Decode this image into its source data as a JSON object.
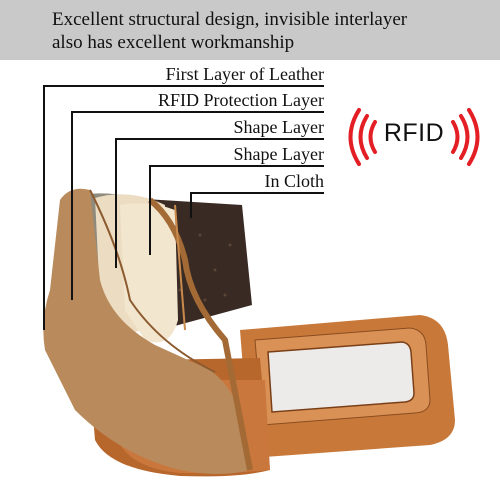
{
  "banner": {
    "line1": "Excellent structural design, invisible interlayer",
    "line2": "also has excellent workmanship"
  },
  "labels": [
    "First Layer of Leather",
    "RFID Protection Layer",
    "Shape Layer",
    "Shape Layer",
    "In Cloth"
  ],
  "rfid_badge": {
    "text": "RFID",
    "color": "#e31e24",
    "icon": "rfid-signal-icon"
  },
  "colors": {
    "banner_bg": "#c9c9c9",
    "leather": "#c8793a",
    "suede": "#b98a5c",
    "dark_lining": "#3a2a24"
  }
}
